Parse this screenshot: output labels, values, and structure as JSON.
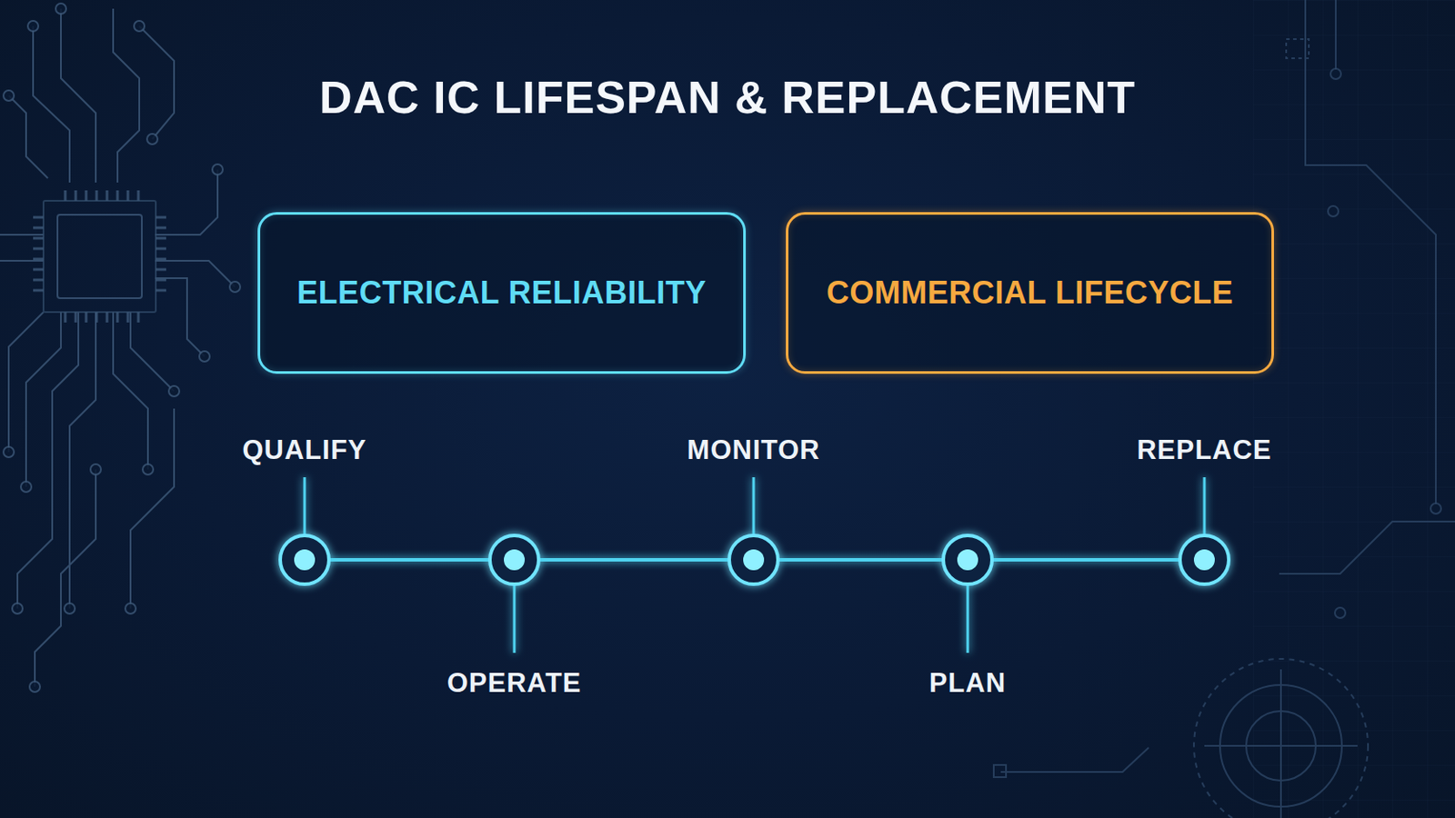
{
  "diagram": {
    "title": "DAC IC LIFESPAN & REPLACEMENT",
    "nodes": [
      {
        "text": [
          "ELECTRICAL RELIABILITY"
        ]
      },
      {
        "text": [
          "COMMERCIAL LIFECYCLE"
        ]
      }
    ],
    "labels": [
      "QUALIFY",
      "OPERATE",
      "MONITOR",
      "PLAN",
      "REPLACE"
    ]
  }
}
